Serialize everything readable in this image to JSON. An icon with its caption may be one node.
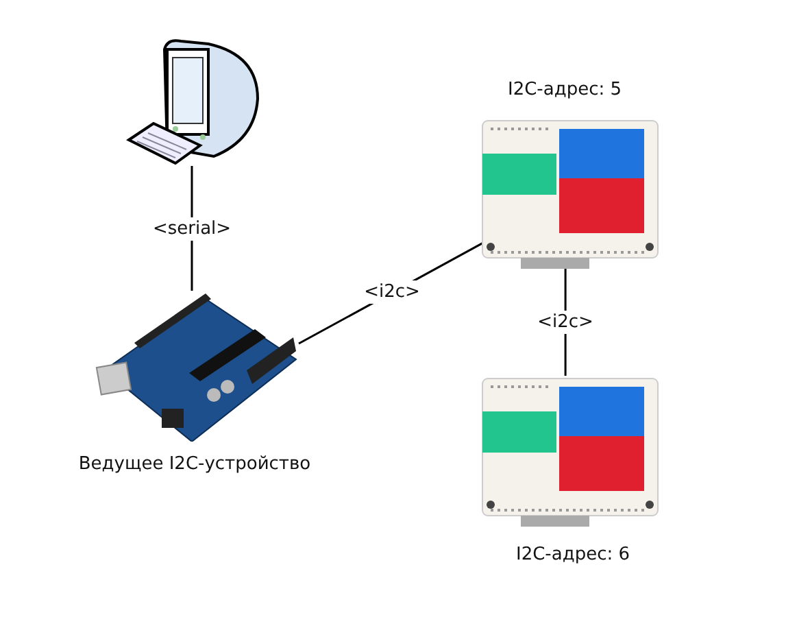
{
  "diagram": {
    "nodes": [
      {
        "text": [],
        "shape": "picture"
      },
      {
        "text": [],
        "shape": "picture",
        "beside": [
          "Ведущее I2C-устройство"
        ]
      },
      {
        "text": [],
        "shape": "picture",
        "beside": [
          "I2C-адрес: 5"
        ]
      },
      {
        "text": [],
        "shape": "picture",
        "beside": [
          "I2C-адрес: 6"
        ]
      }
    ],
    "edges": [
      {
        "from": 0,
        "to": 1,
        "arrow": "none",
        "label": "<serial>"
      },
      {
        "from": 1,
        "to": 2,
        "arrow": "none",
        "label": "<i2c>"
      },
      {
        "from": 2,
        "to": 3,
        "arrow": "none",
        "label": "<i2c>"
      }
    ]
  }
}
